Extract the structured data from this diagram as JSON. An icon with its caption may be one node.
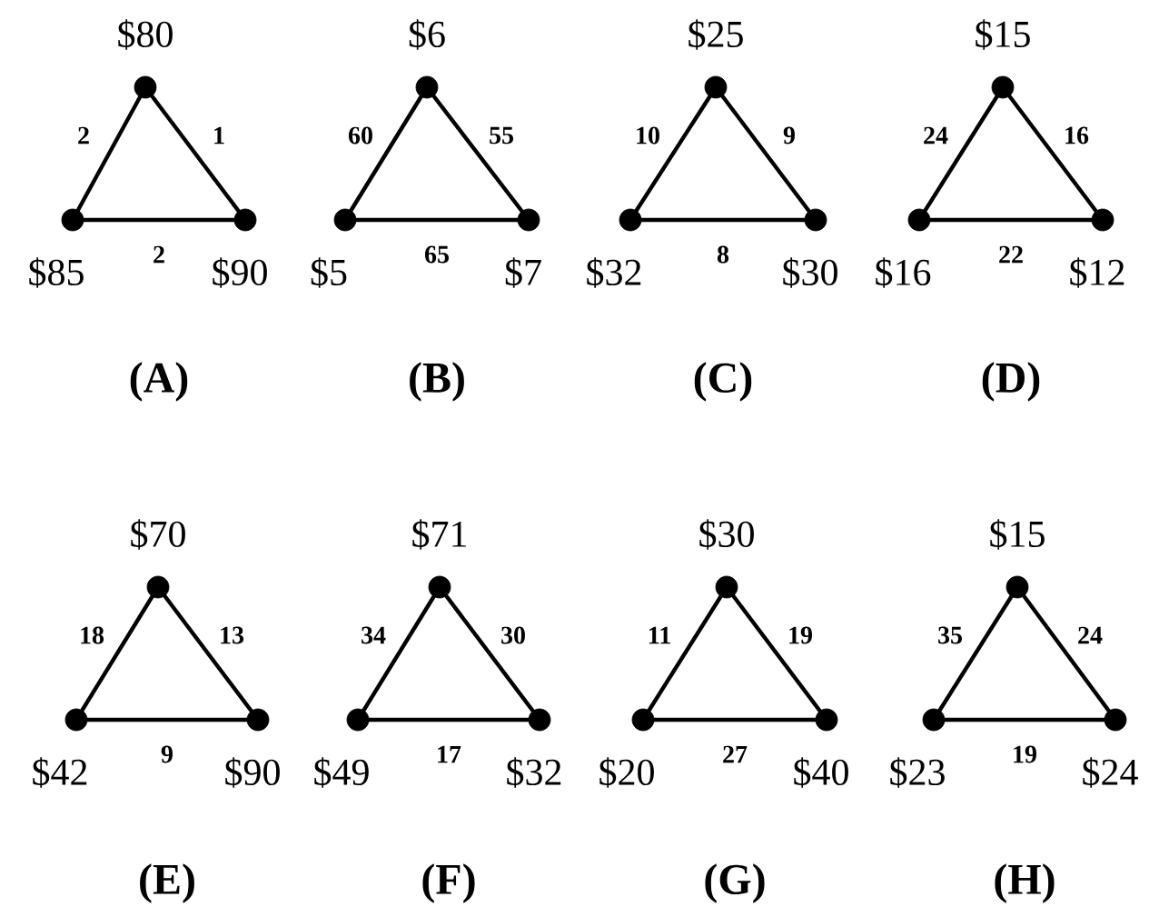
{
  "diagram": {
    "nodes": [
      {
        "text": [],
        "shape": "circle",
        "beside": [
          "$80"
        ]
      },
      {
        "text": [],
        "shape": "circle",
        "beside": [
          "$85"
        ]
      },
      {
        "text": [],
        "shape": "circle",
        "beside": [
          "$90"
        ]
      },
      {
        "text": [],
        "shape": "circle",
        "beside": [
          "$6"
        ]
      },
      {
        "text": [],
        "shape": "circle",
        "beside": [
          "$5"
        ]
      },
      {
        "text": [],
        "shape": "circle",
        "beside": [
          "$7"
        ]
      },
      {
        "text": [],
        "shape": "circle",
        "beside": [
          "$25"
        ]
      },
      {
        "text": [],
        "shape": "circle",
        "beside": [
          "$32"
        ]
      },
      {
        "text": [],
        "shape": "circle",
        "beside": [
          "$30"
        ]
      },
      {
        "text": [],
        "shape": "circle",
        "beside": [
          "$15"
        ]
      },
      {
        "text": [],
        "shape": "circle",
        "beside": [
          "$16"
        ]
      },
      {
        "text": [],
        "shape": "circle",
        "beside": [
          "$12"
        ]
      },
      {
        "text": [],
        "shape": "circle",
        "beside": [
          "$70"
        ]
      },
      {
        "text": [],
        "shape": "circle",
        "beside": [
          "$42"
        ]
      },
      {
        "text": [],
        "shape": "circle",
        "beside": [
          "$90"
        ]
      },
      {
        "text": [],
        "shape": "circle",
        "beside": [
          "$71"
        ]
      },
      {
        "text": [],
        "shape": "circle",
        "beside": [
          "$49"
        ]
      },
      {
        "text": [],
        "shape": "circle",
        "beside": [
          "$32"
        ]
      },
      {
        "text": [],
        "shape": "circle",
        "beside": [
          "$30"
        ]
      },
      {
        "text": [],
        "shape": "circle",
        "beside": [
          "$20"
        ]
      },
      {
        "text": [],
        "shape": "circle",
        "beside": [
          "$40"
        ]
      },
      {
        "text": [],
        "shape": "circle",
        "beside": [
          "$15"
        ]
      },
      {
        "text": [],
        "shape": "circle",
        "beside": [
          "$23"
        ]
      },
      {
        "text": [],
        "shape": "circle",
        "beside": [
          "$24"
        ]
      }
    ],
    "edges": [
      {
        "from": 0,
        "to": 1,
        "arrow": "none",
        "label": "2"
      },
      {
        "from": 0,
        "to": 2,
        "arrow": "none",
        "label": "1"
      },
      {
        "from": 1,
        "to": 2,
        "arrow": "none",
        "label": "2"
      },
      {
        "from": 3,
        "to": 4,
        "arrow": "none",
        "label": "60"
      },
      {
        "from": 3,
        "to": 5,
        "arrow": "none",
        "label": "55"
      },
      {
        "from": 4,
        "to": 5,
        "arrow": "none",
        "label": "65"
      },
      {
        "from": 6,
        "to": 7,
        "arrow": "none",
        "label": "10"
      },
      {
        "from": 6,
        "to": 8,
        "arrow": "none",
        "label": "9"
      },
      {
        "from": 7,
        "to": 8,
        "arrow": "none",
        "label": "8"
      },
      {
        "from": 9,
        "to": 10,
        "arrow": "none",
        "label": "24"
      },
      {
        "from": 9,
        "to": 11,
        "arrow": "none",
        "label": "16"
      },
      {
        "from": 10,
        "to": 11,
        "arrow": "none",
        "label": "22"
      },
      {
        "from": 12,
        "to": 13,
        "arrow": "none",
        "label": "18"
      },
      {
        "from": 12,
        "to": 14,
        "arrow": "none",
        "label": "13"
      },
      {
        "from": 13,
        "to": 14,
        "arrow": "none",
        "label": "9"
      },
      {
        "from": 15,
        "to": 16,
        "arrow": "none",
        "label": "34"
      },
      {
        "from": 15,
        "to": 17,
        "arrow": "none",
        "label": "30"
      },
      {
        "from": 16,
        "to": 17,
        "arrow": "none",
        "label": "17"
      },
      {
        "from": 18,
        "to": 19,
        "arrow": "none",
        "label": "11"
      },
      {
        "from": 18,
        "to": 20,
        "arrow": "none",
        "label": "19"
      },
      {
        "from": 19,
        "to": 20,
        "arrow": "none",
        "label": "27"
      },
      {
        "from": 21,
        "to": 22,
        "arrow": "none",
        "label": "35"
      },
      {
        "from": 21,
        "to": 23,
        "arrow": "none",
        "label": "24"
      },
      {
        "from": 22,
        "to": 23,
        "arrow": "none",
        "label": "19"
      }
    ],
    "labels": [
      "(A)",
      "(B)",
      "(C)",
      "(D)",
      "(E)",
      "(F)",
      "(G)",
      "(H)"
    ]
  }
}
